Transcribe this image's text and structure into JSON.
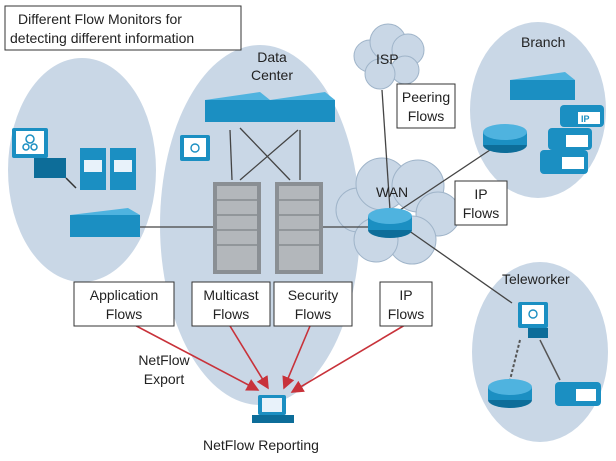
{
  "title_box": {
    "line1": "Different Flow Monitors for",
    "line2": "detecting different information"
  },
  "labels": {
    "data_center": [
      "Data",
      "Center"
    ],
    "isp": "ISP",
    "branch": "Branch",
    "wan": "WAN",
    "teleworker": "Teleworker",
    "netflow_export": [
      "NetFlow",
      "Export"
    ],
    "netflow_reporting": "NetFlow Reporting"
  },
  "flow_boxes": {
    "application": [
      "Application",
      "Flows"
    ],
    "multicast": [
      "Multicast",
      "Flows"
    ],
    "security": [
      "Security",
      "Flows"
    ],
    "ip_bottom": [
      "IP",
      "Flows"
    ],
    "peering": [
      "Peering",
      "Flows"
    ],
    "ip_wan": [
      "IP",
      "Flows"
    ]
  },
  "icons": {
    "ip_phone_badge": "IP"
  },
  "colors": {
    "zone_fill": "#c9d7e6",
    "device_blue": "#1b8fc2",
    "device_dark": "#0d6d99",
    "arrow_red": "#c8323a"
  }
}
